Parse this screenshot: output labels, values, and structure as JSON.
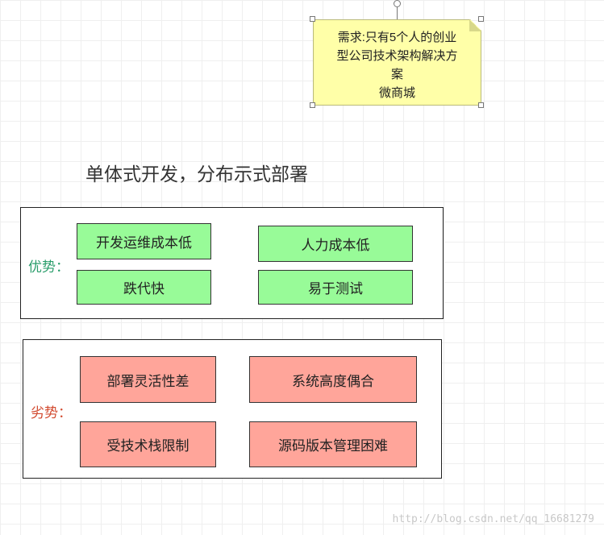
{
  "note": {
    "lines": [
      "需求:只有5个人的创业",
      "型公司技术架构解决方",
      "案",
      "微商城"
    ]
  },
  "heading": "单体式开发，分布示式部署",
  "advantages": {
    "label": "优势：",
    "label_color": "#2a9d6b",
    "items": [
      "开发运维成本低",
      "人力成本低",
      "跌代快",
      "易于测试"
    ],
    "box_color": "#98fb98"
  },
  "disadvantages": {
    "label": "劣势：",
    "label_color": "#d24a2f",
    "items": [
      "部署灵活性差",
      "系统高度偶合",
      "受技术栈限制",
      "源码版本管理困难"
    ],
    "box_color": "#ffa59a"
  },
  "watermark": "http://blog.csdn.net/qq_16681279"
}
